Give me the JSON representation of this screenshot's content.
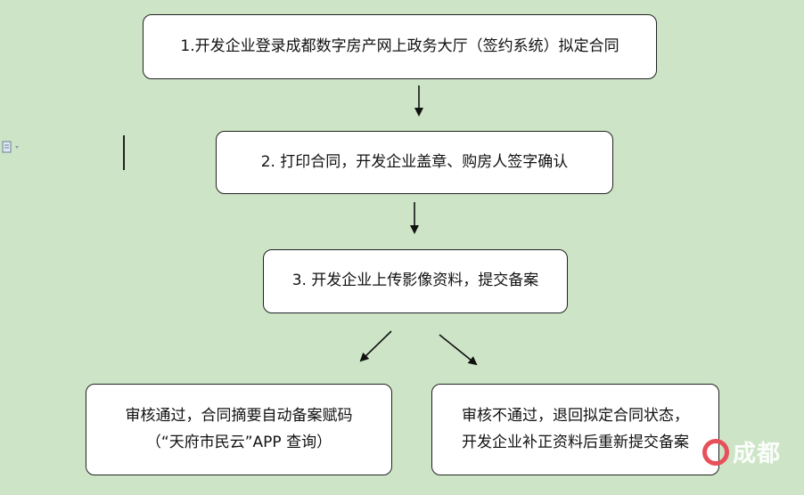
{
  "boxes": {
    "step1": "1.开发企业登录成都数字房产网上政务大厅（签约系统）拟定合同",
    "step2": "2. 打印合同，开发企业盖章、购房人签字确认",
    "step3": "3. 开发企业上传影像资料，提交备案",
    "approved": {
      "line1": "审核通过，合同摘要自动备案赋码",
      "line2": "（“天府市民云”APP 查询）"
    },
    "rejected": {
      "line1": "审核不通过，退回拟定合同状态，",
      "line2": "开发企业补正资料后重新提交备案"
    }
  },
  "watermark": {
    "text": "成都",
    "logo_color": "#e8505a"
  },
  "colors": {
    "background": "#cde5c6",
    "box_fill": "#ffffff",
    "stroke": "#222222"
  },
  "icons": [
    "document-icon",
    "arrow-down-icon",
    "arrow-diagonal-icon"
  ]
}
